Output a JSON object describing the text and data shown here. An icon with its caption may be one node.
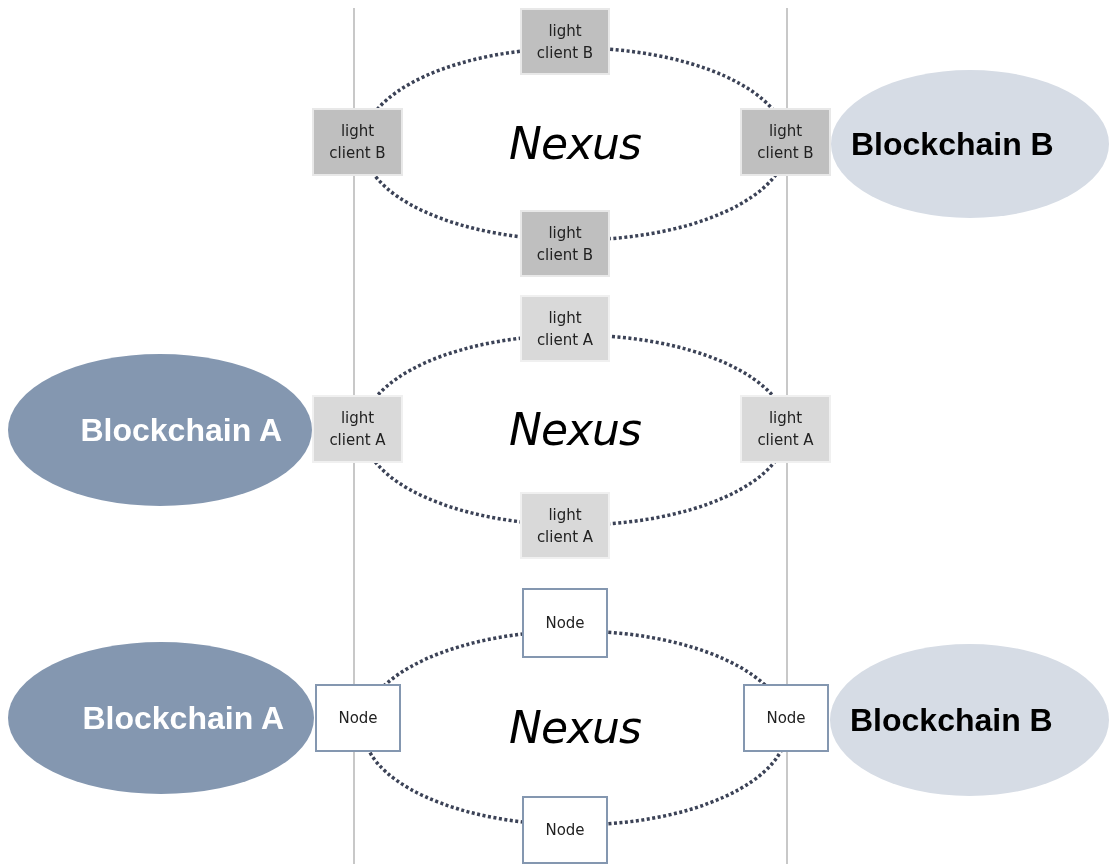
{
  "diagram": {
    "nodes": [
      {
        "text": [
          "Nexus"
        ]
      },
      {
        "text": [
          "light client B"
        ]
      },
      {
        "text": [
          "light client B"
        ]
      },
      {
        "text": [
          "light client B"
        ]
      },
      {
        "text": [
          "Blockchain B"
        ]
      },
      {
        "text": [
          "light client B"
        ]
      },
      {
        "text": [
          "light client A"
        ]
      },
      {
        "text": [
          "Blockchain A"
        ]
      },
      {
        "text": [
          "Nexus"
        ]
      },
      {
        "text": [
          "light client A"
        ]
      },
      {
        "text": [
          "light client A"
        ]
      },
      {
        "text": [
          "light client A"
        ]
      },
      {
        "text": [
          "Node"
        ]
      },
      {
        "text": [
          "Blockchain A"
        ]
      },
      {
        "text": [
          "Node"
        ]
      },
      {
        "text": [
          "Nexus"
        ]
      },
      {
        "text": [
          "Node"
        ]
      },
      {
        "text": [
          "Blockchain B"
        ]
      },
      {
        "text": [
          "Node"
        ]
      }
    ]
  }
}
